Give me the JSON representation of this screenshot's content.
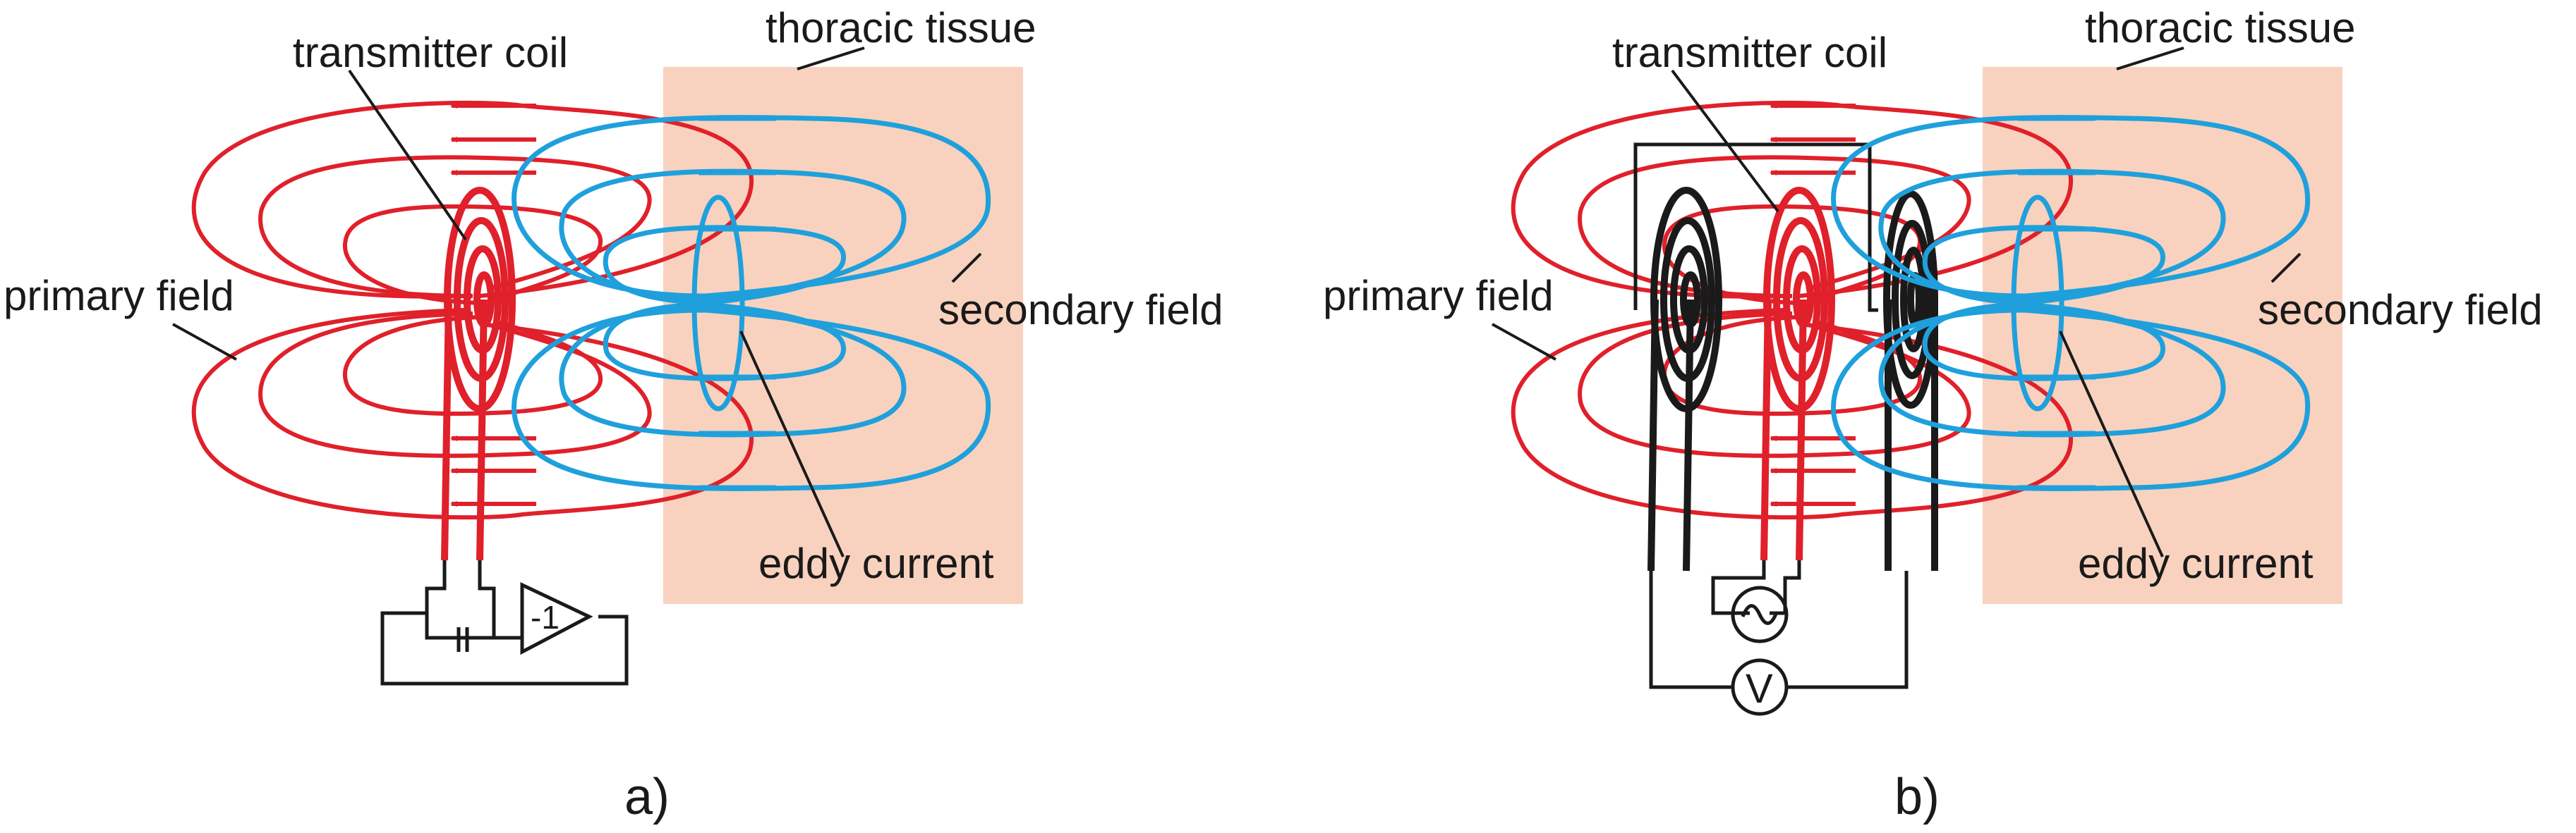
{
  "panels": [
    {
      "caption": "a)",
      "labels": {
        "transmitter": "transmitter coil",
        "tissue": "thoracic tissue",
        "primary": "primary field",
        "secondary": "secondary field",
        "eddy": "eddy current",
        "amplifier": "-1"
      }
    },
    {
      "caption": "b)",
      "labels": {
        "transmitter": "transmitter coil",
        "tissue": "thoracic tissue",
        "primary": "primary field",
        "secondary": "secondary field",
        "eddy": "eddy current",
        "voltmeter": "V"
      }
    }
  ],
  "colors": {
    "primary_field": "#e0202a",
    "secondary_field": "#1fa0dc",
    "tissue": "#f8d2be",
    "wire": "#1a1a1a"
  },
  "icons": {
    "source": "ac-source-icon",
    "meter": "voltmeter-icon",
    "capacitor": "capacitor-icon",
    "amplifier": "inverting-amplifier-icon"
  }
}
